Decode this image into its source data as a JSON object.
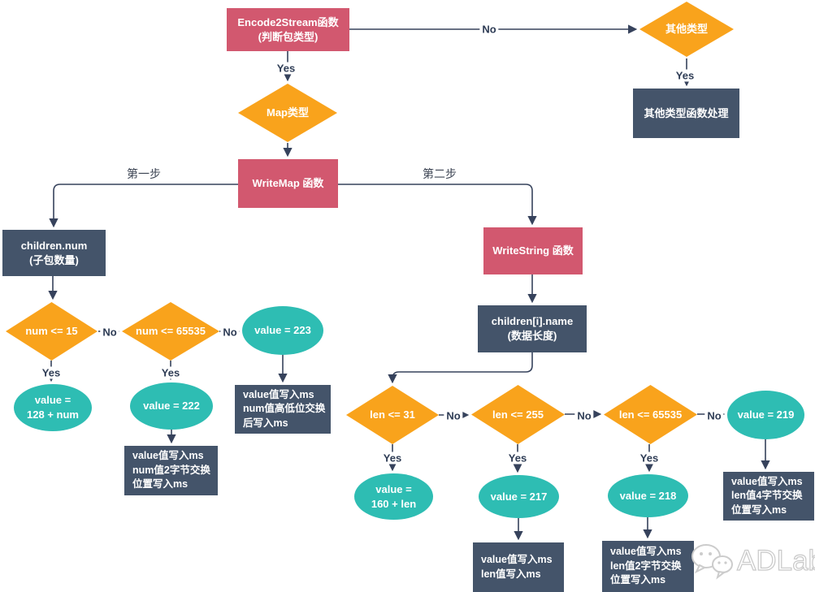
{
  "nodes": {
    "encode": {
      "line1": "Encode2Stream函数",
      "line2": "(判断包类型)"
    },
    "other_type": {
      "label": "其他类型"
    },
    "other_handler": {
      "label": "其他类型函数处理"
    },
    "map_type": {
      "label": "Map类型"
    },
    "write_map": {
      "label": "WriteMap 函数"
    },
    "children_num": {
      "line1": "children.num",
      "line2": "(子包数量)"
    },
    "num_le_15": {
      "label": "num <= 15"
    },
    "num_le_65535": {
      "label": "num <= 65535"
    },
    "value_223": {
      "label": "value = 223"
    },
    "value_128_num": {
      "line1": "value =",
      "line2": "128 + num"
    },
    "value_222": {
      "label": "value = 222"
    },
    "write_223": {
      "line1": "value值写入ms",
      "line2": "num值高低位交换",
      "line3": "后写入ms"
    },
    "write_222": {
      "line1": "value值写入ms",
      "line2": "num值2字节交换",
      "line3": "位置写入ms"
    },
    "write_string": {
      "label": "WriteString 函数"
    },
    "children_name": {
      "line1": "children[i].name",
      "line2": "(数据长度)"
    },
    "len_le_31": {
      "label": "len <= 31"
    },
    "len_le_255": {
      "label": "len <= 255"
    },
    "len_le_65535": {
      "label": "len <= 65535"
    },
    "value_219": {
      "label": "value = 219"
    },
    "value_160_len": {
      "line1": "value =",
      "line2": "160 + len"
    },
    "value_217": {
      "label": "value = 217"
    },
    "value_218": {
      "label": "value = 218"
    },
    "write_219": {
      "line1": "value值写入ms",
      "line2": "len值4字节交换",
      "line3": "位置写入ms"
    },
    "write_217": {
      "line1": "value值写入ms",
      "line2": "len值写入ms"
    },
    "write_218": {
      "line1": "value值写入ms",
      "line2": "len值2字节交换",
      "line3": "位置写入ms"
    }
  },
  "edge_labels": {
    "no_top": "No",
    "yes_encode": "Yes",
    "yes_other": "Yes",
    "step1": "第一步",
    "step2": "第二步",
    "no_num15": "No",
    "no_num65535": "No",
    "yes_num15": "Yes",
    "yes_num65535": "Yes",
    "no_len31": "No",
    "no_len255": "No",
    "no_len65535": "No",
    "yes_len31": "Yes",
    "yes_len255": "Yes",
    "yes_len65535": "Yes"
  },
  "watermark": {
    "label": "ADLab"
  },
  "colors": {
    "process_pink": "#d2586f",
    "decision_orange": "#f9a31c",
    "terminal_teal": "#2ebdb3",
    "action_slate": "#44546a",
    "line_navy": "#36425c"
  }
}
